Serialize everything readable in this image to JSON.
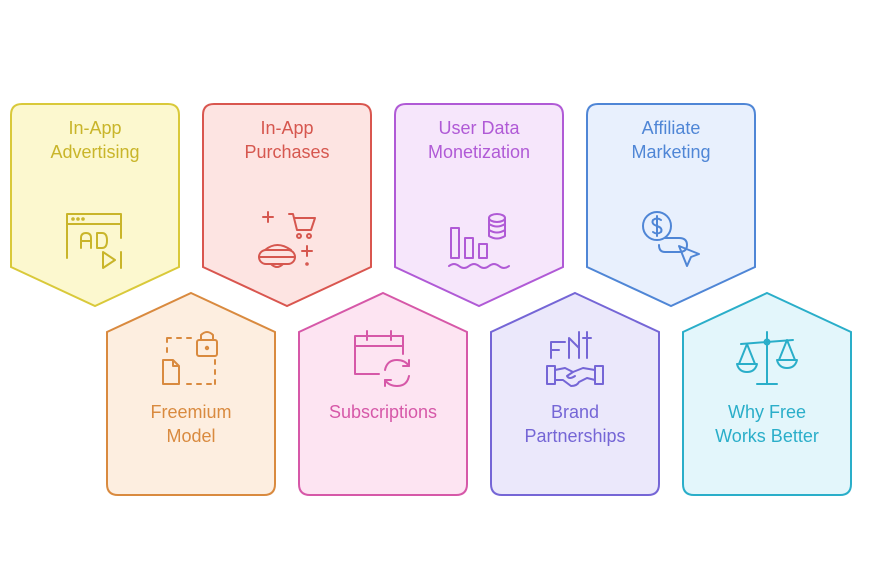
{
  "cards": [
    {
      "id": "in-app-advertising",
      "lines": [
        "In-App",
        "Advertising"
      ],
      "icon": "ad-browser-icon",
      "stroke": "#d9c93a",
      "fill": "#fcf8cf",
      "text": "#c9b52a"
    },
    {
      "id": "in-app-purchases",
      "lines": [
        "In-App",
        "Purchases"
      ],
      "icon": "vr-shopping-icon",
      "stroke": "#d9564f",
      "fill": "#fde4e2",
      "text": "#d6574f"
    },
    {
      "id": "user-data-monetization",
      "lines": [
        "User Data",
        "Monetization"
      ],
      "icon": "data-chart-icon",
      "stroke": "#b05ad6",
      "fill": "#f6e6fb",
      "text": "#b05ad6"
    },
    {
      "id": "affiliate-marketing",
      "lines": [
        "Affiliate",
        "Marketing"
      ],
      "icon": "money-click-icon",
      "stroke": "#4f86d6",
      "fill": "#e8f0fd",
      "text": "#4f86d6"
    },
    {
      "id": "freemium-model",
      "lines": [
        "Freemium",
        "Model"
      ],
      "icon": "lock-doc-icon",
      "stroke": "#d98a3f",
      "fill": "#fdeee0",
      "text": "#d98a3f"
    },
    {
      "id": "subscriptions",
      "lines": [
        "Subscriptions"
      ],
      "icon": "calendar-refresh-icon",
      "stroke": "#d658a8",
      "fill": "#fde4f2",
      "text": "#d658a8"
    },
    {
      "id": "brand-partnerships",
      "lines": [
        "Brand",
        "Partnerships"
      ],
      "icon": "handshake-icon",
      "stroke": "#7566d6",
      "fill": "#ebe8fb",
      "text": "#7566d6"
    },
    {
      "id": "why-free-works-better",
      "lines": [
        "Why Free",
        "Works Better"
      ],
      "icon": "scale-icon",
      "stroke": "#2aaec9",
      "fill": "#e3f6fb",
      "text": "#2aaec9"
    }
  ]
}
